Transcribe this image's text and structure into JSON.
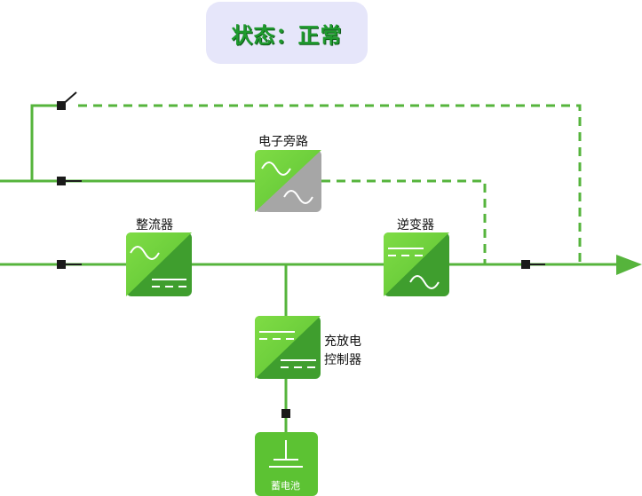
{
  "status": {
    "text": "状态：正常"
  },
  "components": {
    "bypass": {
      "label": "电子旁路"
    },
    "rectifier": {
      "label": "整流器"
    },
    "inverter": {
      "label": "逆变器"
    },
    "charger": {
      "label_line1": "充放电",
      "label_line2": "控制器"
    },
    "battery": {
      "label": "蓄电池"
    }
  },
  "colors": {
    "line": "#56b43c",
    "box_light": "#6ccf3a",
    "box_dark": "#3f9e2e",
    "bypass_gray": "#a6a6a6",
    "switch": "#1a1a1a",
    "status_bg": "#e6e6fa",
    "status_text": "#1f9a2e"
  }
}
